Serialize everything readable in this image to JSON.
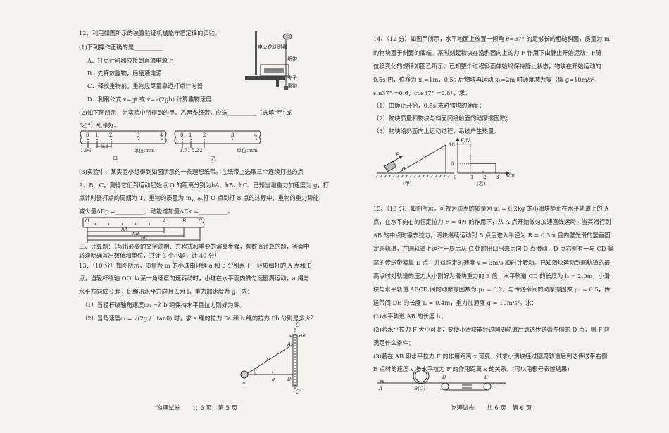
{
  "page5": {
    "q12": {
      "title": "12、利用如图所示的装置验证机械能守恒定律的实验。",
      "part1": "(1)下列操作正确的是__________",
      "options": [
        "A．打点计时器应接到直流电源上",
        "B．先释放重物，后接通电源",
        "C．释放重物前，重物应尽量靠近打点计时器",
        "D．利用公式 v=gt 或 v=√(2gh) 计算重物速度"
      ],
      "part2_line1": "(2)如下图所示，为实验中所得到的甲、乙两条纸带，应选__________（选填“甲”或",
      "part2_line2": "“乙”）纸带好。",
      "apparatus_labels": {
        "timer": "电火花计时器",
        "tape": "纸带",
        "clip": "夹子",
        "weight": "重物"
      },
      "tape_jia": {
        "ticks": [
          "0",
          "1",
          "2",
          "3",
          "4"
        ],
        "d1": "1.96",
        "d2": "5.8",
        "unit": "单位:mm",
        "caption": "甲"
      },
      "tape_yi": {
        "ticks": [
          "0",
          "1",
          "2",
          "3",
          "4"
        ],
        "d1": "1.71",
        "d2": "5.22",
        "unit": "单位:mm",
        "caption": "乙"
      },
      "part3": [
        "(3)实验中，某实验小组得到如图所示的一条理想纸带。在纸带上选取三个连续打出的点",
        "A、B、C，测得它们到运动起始点 O 的距离分别为hA、hB、hC。已知当地重力加速度为 g，打",
        "点计时器打点的周期为 T，重物的质量为 m，从打 O 点到打 B 点的过程中，重物的重力势能",
        "减少量ΔEp =__________，动能增加量ΔEk =__________。"
      ],
      "tape3": {
        "O": "O",
        "A": "A",
        "B": "B",
        "C": "C",
        "hA": "hA",
        "hB": "hB",
        "hC": "hC"
      }
    },
    "section3": [
      "三、计算题：（写出必要的文字说明、方程式和重要的演算步骤，有数值计算的题，答案中",
      "必须明确写出数值和单位，共计 3 个小题，计 40 分）"
    ],
    "q13": {
      "lines": [
        "13、（10 分）如图所示，质量为 m 的小球由轻绳 a 和 b 分别系于一轻质细杆的 A 点和 B",
        "点，当轻杆绕轴 OO′ 以某一角速度匀速转动时，小球在水平面内做匀速圆周运动，a 绳与",
        "水平方向成 θ 角，b 绳沿水平方向且长为 l，重力加速度为 g，求：",
        "（1）当轻杆绕轴角速度ω₀ =？b 绳保持水平且拉力刚好为零。",
        "（2）当角速度ω = √(2g / l tanθ) 时，求 a 绳的拉力 Fa 和 b 绳的拉力 Fb 分别是多少？"
      ],
      "figure_labels": {
        "O": "O",
        "omega": "ω",
        "A": "A",
        "a": "a",
        "theta": "θ",
        "l": "l",
        "b": "b",
        "B": "B",
        "m": "m",
        "O2": "O′"
      }
    },
    "footer": "物理试卷　　共 6 页　第 5 页"
  },
  "page6": {
    "q14": {
      "lines": [
        "14、（12 分）如图甲所示，水平地面上放置一倾角 θ=37° 的足够长的粗糙斜面，质量为 m",
        "的物块置于斜面的底端。某时刻起物块在沿斜面向上的力 F 作用下由静止开始运动，F随",
        "位移变化的规律如图乙所示。已知整个过程斜面体始终保持静止状态，物块在开始运动的",
        "0.5s 内，位移为 x₁=1m，0.5s 后物块再运动 x₂=2m 时速度减为零（取 g=10m/s²，",
        "sin37° =0.6，cos37° =0.8），求：",
        "（1）由静止开始，0.5s 末时物块的速度；",
        "（2）物块质量和物块与斜面间接触面的动摩擦因数；",
        "（3）物块沿斜面向上运动过程，系统产生热量。"
      ],
      "fig_jia": {
        "F": "F",
        "theta": "θ",
        "caption": "(甲)"
      },
      "fig_yi": {
        "ylabel": "F/N",
        "xlabel": "x/m",
        "origin": "0",
        "xticks": [
          "1",
          "2",
          "3"
        ],
        "yticks": [
          "18",
          "6"
        ],
        "segments": [
          {
            "x_from": 0,
            "x_to": 1,
            "F": 18
          },
          {
            "x_from": 1,
            "x_to": 3,
            "F": 6
          }
        ],
        "caption": "(乙)"
      }
    },
    "q15": {
      "lines": [
        "15、（18 分）如图所示，可视为质点的质量为 m = 0.2kg 的小滑块静止在水平轨道上的 A",
        "点，在水平向右的恒定拉力 F = 4N 的作用下，从 A 点开始做匀加速直线运动，当其滑行到",
        "AB 的中点时撤去拉力，滑块继续运动到 B 点后进入半径为 R = 0.3m 且内壁光滑的竖直固",
        "定圆轨道，在圆轨道上运行一周后从 C 处的出口出来后向 D 点滑动，D 点右侧有一与 CD 等",
        "高的传送带紧靠 D 点，并以恒定的速度 v = 3m/s 顺时针转动。已知滑块运动到圆轨道的最",
        "高点时对轨道的压力大小刚好为滑块重力的 3 倍，水平轨道 CD 的长度为 l₂ = 2.0m，小滑",
        "块与水平轨道 ABCD 间的动摩擦因数为 μ₁ = 0.2，与传送带间的动摩擦因数 μ₂ = 0.5，传",
        "送带间 DE 的长度 L = 0.4m，重力加速度 g = 10m/s²。求：",
        "(1)水平轨道 AB 的长度 l₁；",
        "(2)若水平拉力 F 大小可变，要使小滑块能经过圆周轨道后到达传送带左侧的 D 点，则 F 应",
        "满足什么条件；",
        "(3)若在 AB 段水平拉力 F 的作用距离 x 可变，试求小滑块经过圆周轨道后到达传送带右侧",
        "E 点时的速度 v 与水平拉力 F 的作用距离 x 的关系。(可以用根号表述结果)"
      ],
      "figure_labels": {
        "A": "A",
        "BC": "B(C)",
        "D": "D",
        "E": "E"
      }
    },
    "footer": "物理试卷　　共 6 页　第 6 页"
  }
}
